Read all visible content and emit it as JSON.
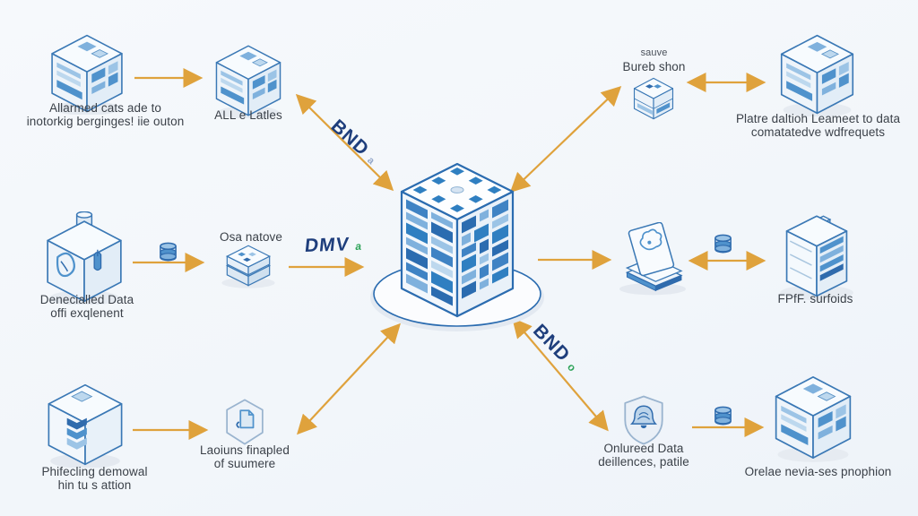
{
  "diagram": {
    "title": "central data platform isometric diagram",
    "colors": {
      "background": "#f4f7fb",
      "arrow": "#dfa23c",
      "outline_blue": "#2f6bad",
      "accent_blue": "#4f92cc",
      "navy_label": "#1e3e7c",
      "green_accent": "#2fa45a",
      "text": "#3b4149"
    },
    "nodes": {
      "top_left": {
        "icon": "iso-cube-panels-icon",
        "label_line1": "Allarmed cats ade to",
        "label_line2": "inotorkig berginges! iie outon"
      },
      "top_mid": {
        "icon": "iso-building-icon",
        "label_line1": "ALL e Latles"
      },
      "top_right_small": {
        "icon": "stacked-cube-icon",
        "label_line1": "sauve",
        "label_line2": "Bureb shon"
      },
      "top_right": {
        "icon": "iso-cube-docs-icon",
        "label_line1": "Platre daltioh Leameet to data",
        "label_line2": "comatatedve wdfrequets"
      },
      "mid_left": {
        "icon": "iso-cube-jar-icon",
        "label_line1": "Denecialled Data",
        "label_line2": "offi exqlenent"
      },
      "mid_left_small": {
        "icon": "server-stack-icon",
        "label_line1": "Osa natove"
      },
      "mid_right_card": {
        "icon": "card-stack-icon"
      },
      "mid_right": {
        "icon": "iso-tower-icon",
        "label_line1": "FPfF. surfoids"
      },
      "bottom_left": {
        "icon": "iso-cube-chevrons-icon",
        "label_line1": "Phifecling demowal",
        "label_line2": "hin tu s attion"
      },
      "bottom_mid": {
        "icon": "hex-document-icon",
        "label_line1": "Laoiuns finapled",
        "label_line2": "of suumere"
      },
      "bottom_right_shield": {
        "icon": "shield-bell-icon",
        "label_line1": "Onlureed Data",
        "label_line2": "deillences, patile"
      },
      "bottom_right": {
        "icon": "iso-cube-grid-icon",
        "label_line1": "Orelae nevia-ses pnophion"
      }
    },
    "center": {
      "icon": "central-building-icon"
    },
    "edge_labels": {
      "bnd_top": {
        "text": "BND",
        "suffix": "a"
      },
      "dmv": {
        "text": "DMV",
        "suffix": "a"
      },
      "bnd_bottom": {
        "text": "BND",
        "suffix": "o"
      }
    }
  }
}
